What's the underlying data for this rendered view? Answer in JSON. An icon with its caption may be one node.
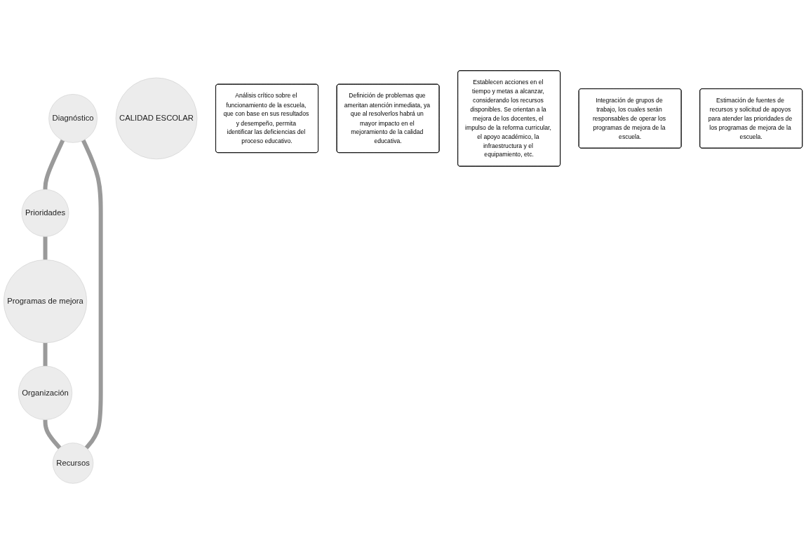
{
  "diagram": {
    "nodes": [
      {
        "text": [
          "Diagnóstico"
        ]
      },
      {
        "text": [
          "Prioridades"
        ]
      },
      {
        "text": [
          "Programas de mejora"
        ]
      },
      {
        "text": [
          "Organización"
        ]
      },
      {
        "text": [
          "Recursos"
        ]
      },
      {
        "text": [
          "CALIDAD ESCOLAR"
        ]
      },
      {
        "text": [
          "Análisis crítico sobre el funcionamiento de la escuela, que con base en sus resultados y desempeño, permita identificar las deficiencias del proceso educativo."
        ]
      },
      {
        "text": [
          "Definición de problemas que ameritan atención inmediata, ya que al resolverlos habrá un mayor impacto en el mejoramiento de la calidad educativa."
        ]
      },
      {
        "text": [
          "Establecen acciones en el tiempo y metas a alcanzar, considerando los recursos disponibles. Se orientan a la mejora de los docentes, el impulso de la reforma curricular, el apoyo académico, la infraestructura y el equipamiento, etc."
        ]
      },
      {
        "text": [
          "Integración de grupos de trabajo, los cuales serán responsables de operar los programas de mejora de la escuela."
        ]
      },
      {
        "text": [
          "Estimación de fuentes de recursos y solicitud de apoyos para atender las prioridades de los programas de mejora de la escuela."
        ]
      }
    ],
    "edges": [
      {
        "from": 0,
        "to": 1,
        "arrow": "none"
      },
      {
        "from": 1,
        "to": 2,
        "arrow": "none"
      },
      {
        "from": 2,
        "to": 3,
        "arrow": "none"
      },
      {
        "from": 3,
        "to": 4,
        "arrow": "none"
      },
      {
        "from": 4,
        "to": 0,
        "arrow": "none"
      }
    ]
  }
}
